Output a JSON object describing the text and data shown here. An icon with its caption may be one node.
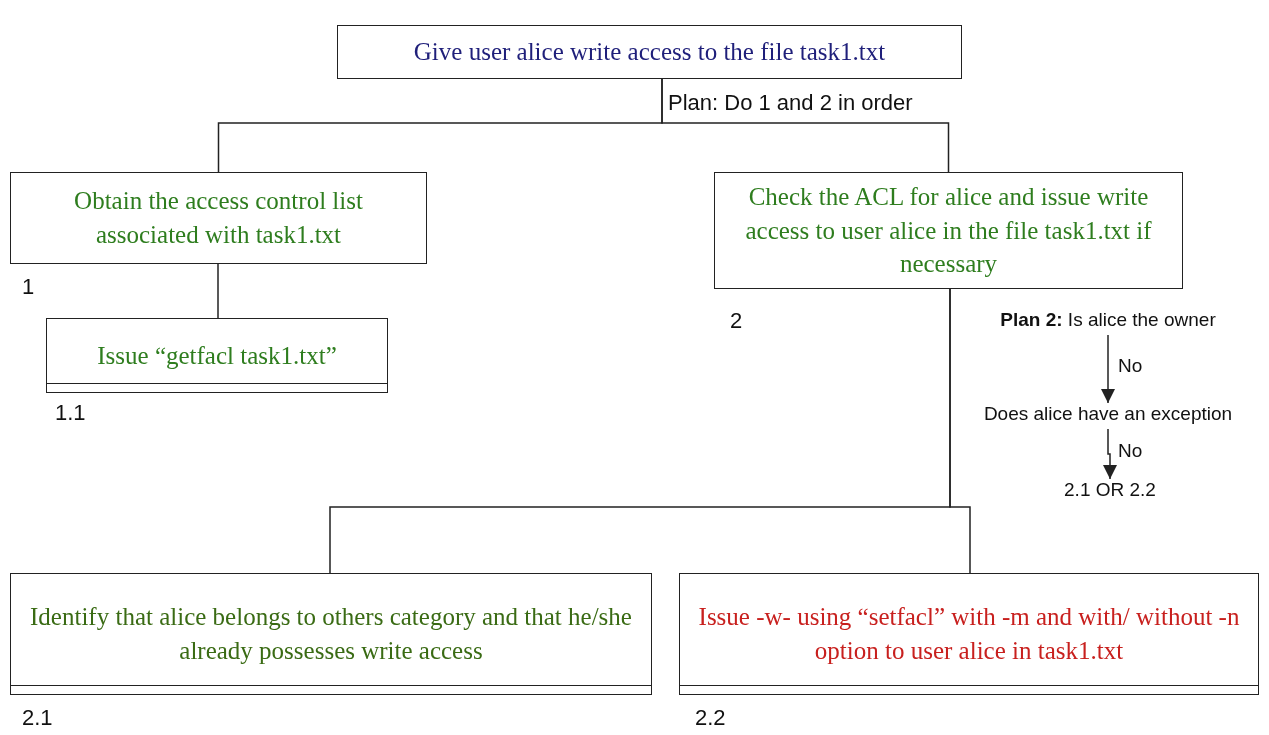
{
  "diagram": {
    "nodes": [
      {
        "text": [
          "Give user alice write access to the file task1.txt"
        ],
        "beside": [
          "Plan: Do 1 and 2 in order"
        ]
      },
      {
        "text": [
          "Obtain the access control list associated with task1.txt"
        ],
        "beside": [
          "1"
        ]
      },
      {
        "text": [
          "Check the ACL for alice and issue write access to user alice in the file task1.txt if necessary"
        ],
        "beside": [
          "2"
        ]
      },
      {
        "text": [
          "Issue “getfacl task1.txt”"
        ],
        "beside": [
          "1.1"
        ]
      },
      {
        "text": [
          "Identify that alice belongs to others category and that he/she already possesses write access"
        ],
        "beside": [
          "2.1"
        ]
      },
      {
        "text": [
          "Issue -w- using “setfacl” with -m and with/ without -n option to user alice in task1.txt"
        ],
        "beside": [
          "2.2"
        ]
      },
      {
        "text": [
          "**Plan 2:** Is alice the owner"
        ]
      },
      {
        "text": [
          "Does alice have an exception"
        ]
      },
      {
        "text": [
          "2.1 OR 2.2"
        ]
      }
    ],
    "edges": [
      {
        "from": 0,
        "to": 1,
        "arrow": "none"
      },
      {
        "from": 0,
        "to": 2,
        "arrow": "none"
      },
      {
        "from": 1,
        "to": 3,
        "arrow": "none"
      },
      {
        "from": 2,
        "to": 4,
        "arrow": "none"
      },
      {
        "from": 2,
        "to": 5,
        "arrow": "none"
      },
      {
        "from": 6,
        "to": 7,
        "arrow": "to",
        "label": "No"
      },
      {
        "from": 7,
        "to": 8,
        "arrow": "to",
        "label": "No"
      }
    ]
  }
}
